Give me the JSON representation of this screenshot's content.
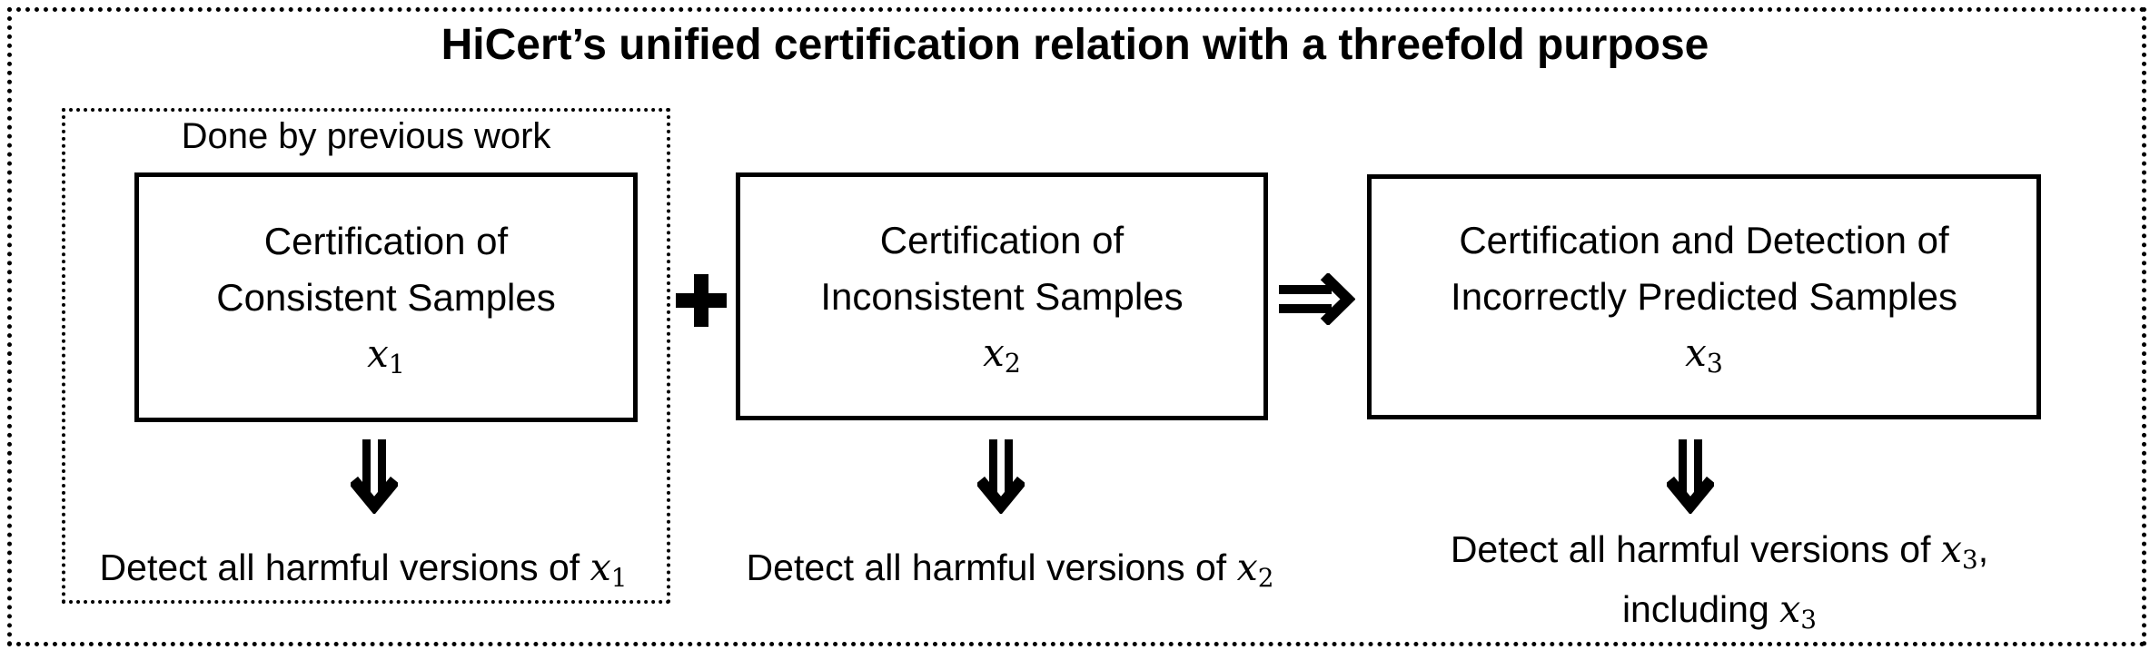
{
  "title": "HiCert’s unified certification relation with a threefold purpose",
  "prev_work_label": "Done by previous work",
  "colors": {
    "ink": "#000000",
    "background": "#ffffff"
  },
  "operators": {
    "plus": "+",
    "implies": "⇒",
    "down_arrow": "⇓"
  },
  "columns": [
    {
      "box": {
        "line1": "Certification of",
        "line2": "Consistent Samples",
        "var": "x",
        "sub": "1"
      },
      "result": {
        "line1": {
          "prefix": "Detect all harmful versions of ",
          "var": "x",
          "sub": "1",
          "suffix": ""
        }
      }
    },
    {
      "box": {
        "line1": "Certification of",
        "line2": "Inconsistent Samples",
        "var": "x",
        "sub": "2"
      },
      "result": {
        "line1": {
          "prefix": "Detect all harmful versions of ",
          "var": "x",
          "sub": "2",
          "suffix": ""
        }
      }
    },
    {
      "box": {
        "line1": "Certification and Detection of",
        "line2": "Incorrectly Predicted Samples",
        "var": "x",
        "sub": "3"
      },
      "result": {
        "line1": {
          "prefix": "Detect all harmful versions of ",
          "var": "x",
          "sub": "3",
          "suffix": ","
        },
        "line2": {
          "prefix": "including ",
          "var": "x",
          "sub": "3",
          "suffix": ""
        }
      }
    }
  ]
}
